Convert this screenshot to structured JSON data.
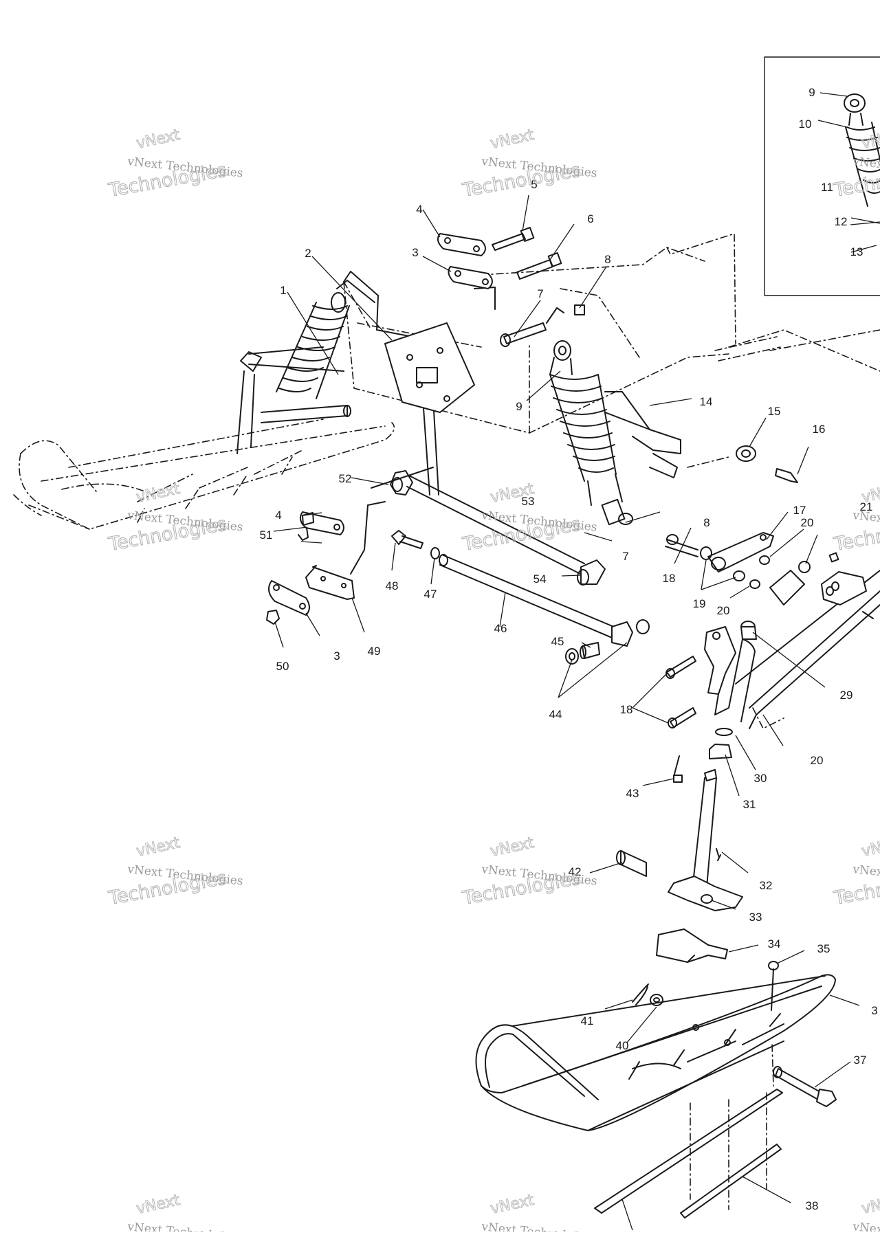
{
  "diagram": {
    "callouts": [
      {
        "id": "c1",
        "text": "1"
      },
      {
        "id": "c2",
        "text": "2"
      },
      {
        "id": "c3a",
        "text": "3"
      },
      {
        "id": "c3b",
        "text": "3"
      },
      {
        "id": "c4a",
        "text": "4"
      },
      {
        "id": "c4b",
        "text": "4"
      },
      {
        "id": "c5",
        "text": "5"
      },
      {
        "id": "c6",
        "text": "6"
      },
      {
        "id": "c7a",
        "text": "7"
      },
      {
        "id": "c7b",
        "text": "7"
      },
      {
        "id": "c8a",
        "text": "8"
      },
      {
        "id": "c8b",
        "text": "8"
      },
      {
        "id": "c9a",
        "text": "9"
      },
      {
        "id": "c9b",
        "text": "9"
      },
      {
        "id": "c10",
        "text": "10"
      },
      {
        "id": "c11",
        "text": "11"
      },
      {
        "id": "c12",
        "text": "12"
      },
      {
        "id": "c13",
        "text": "13"
      },
      {
        "id": "c14",
        "text": "14"
      },
      {
        "id": "c15",
        "text": "15"
      },
      {
        "id": "c16",
        "text": "16"
      },
      {
        "id": "c17",
        "text": "17"
      },
      {
        "id": "c18a",
        "text": "18"
      },
      {
        "id": "c18b",
        "text": "18"
      },
      {
        "id": "c19",
        "text": "19"
      },
      {
        "id": "c20a",
        "text": "20"
      },
      {
        "id": "c20b",
        "text": "20"
      },
      {
        "id": "c20c",
        "text": "20"
      },
      {
        "id": "c21",
        "text": "21"
      },
      {
        "id": "c29",
        "text": "29"
      },
      {
        "id": "c30",
        "text": "30"
      },
      {
        "id": "c31",
        "text": "31"
      },
      {
        "id": "c32",
        "text": "32"
      },
      {
        "id": "c33",
        "text": "33"
      },
      {
        "id": "c34",
        "text": "34"
      },
      {
        "id": "c35",
        "text": "35"
      },
      {
        "id": "c36",
        "text": "3"
      },
      {
        "id": "c37",
        "text": "37"
      },
      {
        "id": "c38",
        "text": "38"
      },
      {
        "id": "c40",
        "text": "40"
      },
      {
        "id": "c41",
        "text": "41"
      },
      {
        "id": "c42",
        "text": "42"
      },
      {
        "id": "c43",
        "text": "43"
      },
      {
        "id": "c44",
        "text": "44"
      },
      {
        "id": "c45",
        "text": "45"
      },
      {
        "id": "c46",
        "text": "46"
      },
      {
        "id": "c47",
        "text": "47"
      },
      {
        "id": "c48",
        "text": "48"
      },
      {
        "id": "c49",
        "text": "49"
      },
      {
        "id": "c50",
        "text": "50"
      },
      {
        "id": "c51",
        "text": "51"
      },
      {
        "id": "c52",
        "text": "52"
      },
      {
        "id": "c53",
        "text": "53"
      },
      {
        "id": "c54",
        "text": "54"
      }
    ]
  },
  "watermark": {
    "line1": "vNext",
    "line2": "vNext Technologies",
    "line3": "Technologies"
  }
}
